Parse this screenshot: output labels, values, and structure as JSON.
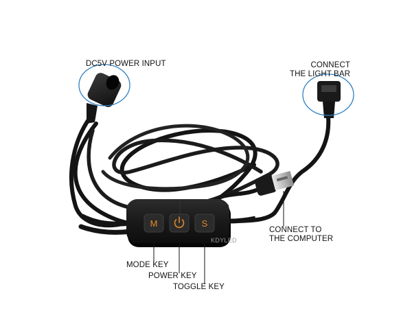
{
  "labels": {
    "power_input": "DC5V POWER INPUT",
    "connect_light_bar_line1": "CONNECT",
    "connect_light_bar_line2": "THE LIGHT BAR",
    "connect_computer_line1": "CONNECT TO",
    "connect_computer_line2": "THE COMPUTER",
    "mode_key": "MODE KEY",
    "power_key": "POWER KEY",
    "toggle_key": "TOGGLE KEY"
  },
  "buttons": {
    "mode": "M",
    "toggle": "S"
  },
  "brand": "KDYLED",
  "colors": {
    "cable": "#141414",
    "highlight_circle": "#2f7fc1",
    "button_text": "#e08a2a",
    "label_text": "#111111"
  },
  "icons": {
    "power_button": "power-icon"
  }
}
